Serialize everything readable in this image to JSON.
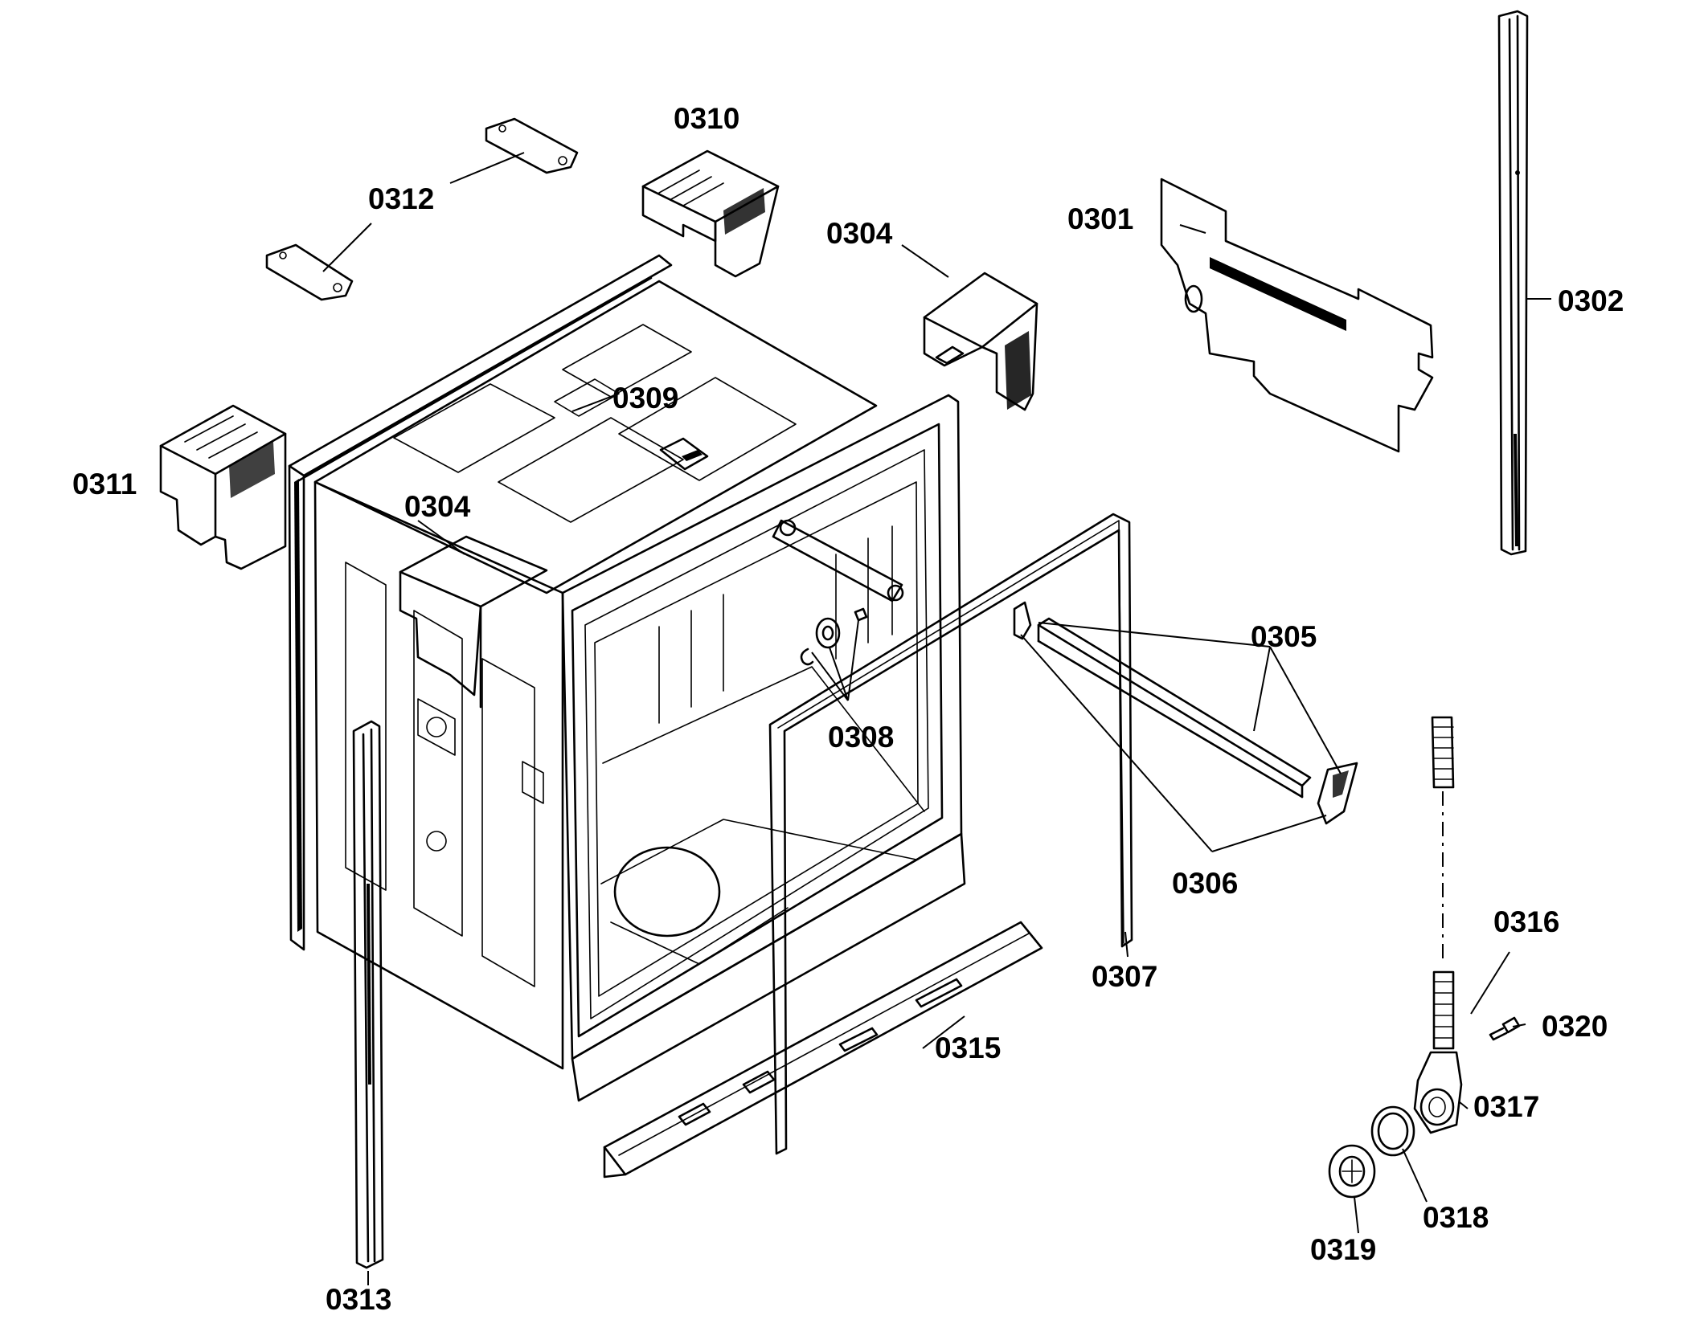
{
  "diagram": {
    "part_labels": {
      "p0301": "0301",
      "p0302": "0302",
      "p0304_top": "0304",
      "p0304_side": "0304",
      "p0305": "0305",
      "p0306": "0306",
      "p0307": "0307",
      "p0308": "0308",
      "p0309": "0309",
      "p0310": "0310",
      "p0311": "0311",
      "p0312": "0312",
      "p0313": "0313",
      "p0315": "0315",
      "p0316": "0316",
      "p0317": "0317",
      "p0318": "0318",
      "p0319": "0319",
      "p0320": "0320"
    }
  }
}
